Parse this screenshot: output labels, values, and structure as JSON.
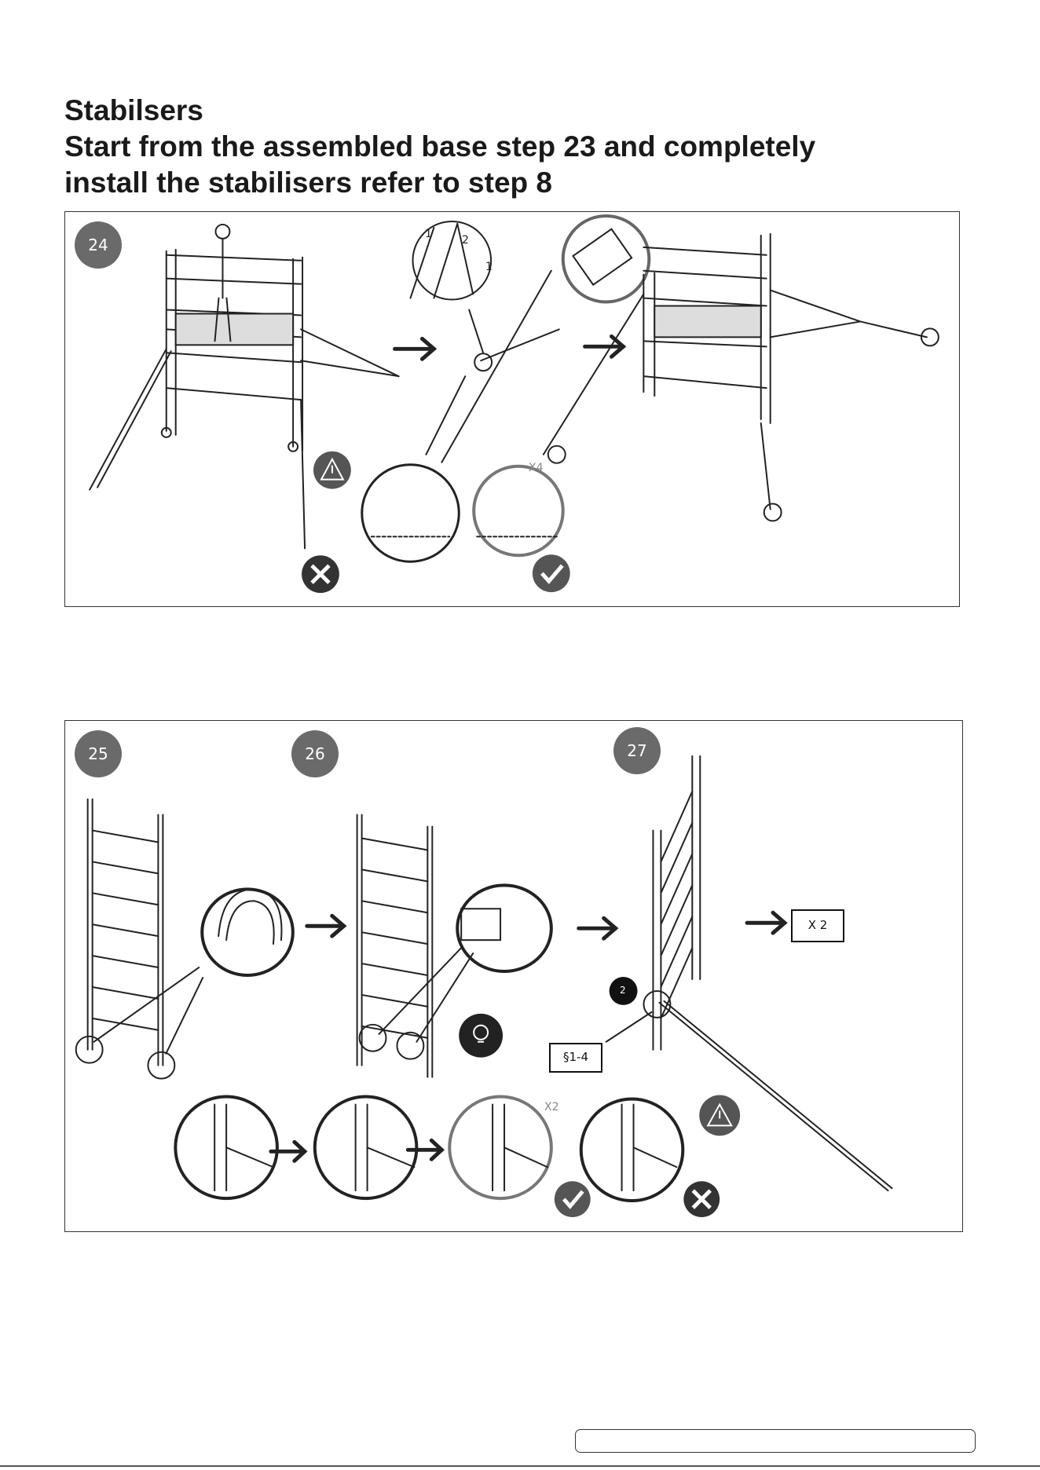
{
  "heading": {
    "lines": [
      "Stabilsers",
      "Start from the assembled base step 23 and completely",
      "install the stabilisers refer to step 8"
    ]
  },
  "panel1": {
    "step": "24",
    "multiplier": "X4",
    "detail_numbers": [
      "1",
      "2",
      "1"
    ]
  },
  "panel2": {
    "steps": [
      "25",
      "26",
      "27"
    ],
    "count_box": "X 2",
    "ref_box": "§1-4",
    "callout_number": "2",
    "multiplier": "X2"
  },
  "colors": {
    "badge": "#6a6a6a",
    "line": "#222222"
  },
  "icons": [
    "arrow-right-icon",
    "warning-icon",
    "cross-icon",
    "check-icon",
    "lightbulb-icon"
  ]
}
